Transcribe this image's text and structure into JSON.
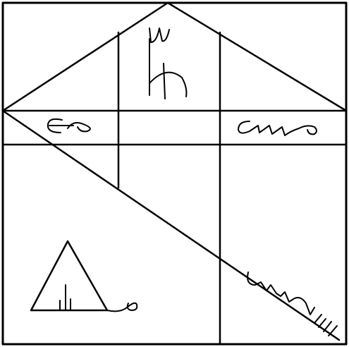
{
  "figure": {
    "kind": "hand-drawn line figure",
    "ink_color": "#000000",
    "background_color": "#ffffff",
    "text_labels": []
  },
  "parts": {
    "outer_frame": "square",
    "roof": "triangle",
    "small_figure": "triangle",
    "marks": [
      "scribble-top",
      "scribble-left",
      "scribble-right",
      "scribble-bottom-right",
      "scribble-small-triangle"
    ]
  }
}
